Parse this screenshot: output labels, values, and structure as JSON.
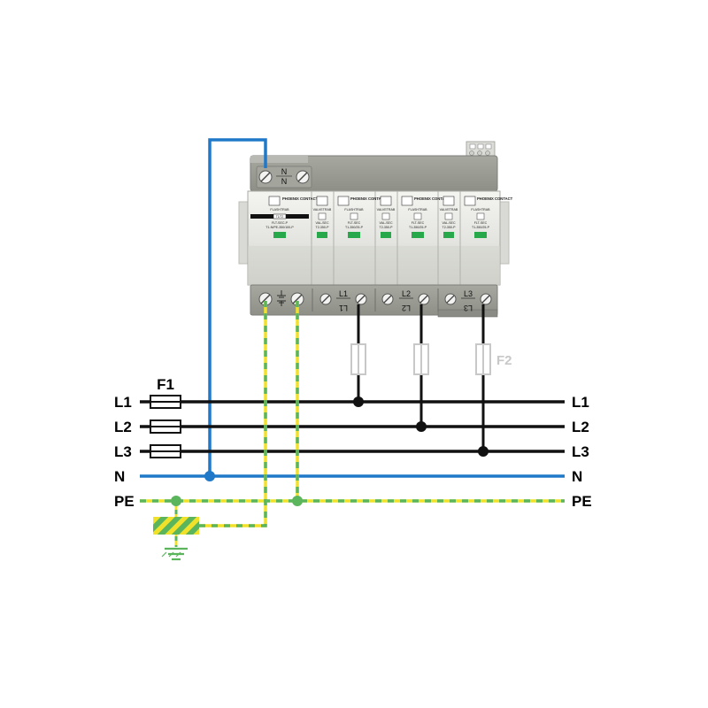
{
  "lines_left": [
    "L1",
    "L2",
    "L3",
    "N",
    "PE"
  ],
  "lines_right": [
    "L1",
    "L2",
    "L3",
    "N",
    "PE"
  ],
  "fuse_left_label": "F1",
  "fuse_right_label": "F2",
  "device": {
    "terminal_top": [
      "N",
      "N"
    ],
    "terminal_bottom": {
      "l1": [
        "L1",
        "L1"
      ],
      "l2": [
        "L2",
        "L2"
      ],
      "l3": [
        "L3",
        "L3"
      ]
    },
    "modules": [
      {
        "brand": "PHOENIX CONTACT",
        "series": "FLASHTRAB",
        "badge": "T1/T2",
        "model1": "FLT-SEC-P",
        "model2": "T1-N/PE-350/100-P"
      },
      {
        "brand": "",
        "series": "VALVETRAB",
        "badge": "",
        "model1": "VAL-SEC",
        "model2": "T2-350-P"
      },
      {
        "brand": "PHOENIX CONTACT",
        "series": "FLASHTRAB",
        "badge": "",
        "model1": "FLT-SEC",
        "model2": "T1-350/25-P"
      },
      {
        "brand": "",
        "series": "VALVETRAB",
        "badge": "",
        "model1": "VAL-SEC",
        "model2": "T2-350-P"
      },
      {
        "brand": "PHOENIX CONTACT",
        "series": "FLASHTRAB",
        "badge": "",
        "model1": "FLT-SEC",
        "model2": "T1-350/25-P"
      },
      {
        "brand": "",
        "series": "VALVETRAB",
        "badge": "",
        "model1": "VAL-SEC",
        "model2": "T2-350-P"
      },
      {
        "brand": "PHOENIX CONTACT",
        "series": "FLASHTRAB",
        "badge": "",
        "model1": "FLT-SEC",
        "model2": "T1-350/25-P"
      }
    ]
  },
  "colors": {
    "phase": "#111111",
    "neutral": "#1f78c8",
    "pe_yellow": "#f2e12a",
    "pe_green": "#5bb55d",
    "device_gray": "#9a9b93",
    "device_light": "#e7e8e3",
    "led_green": "#27a84a"
  }
}
